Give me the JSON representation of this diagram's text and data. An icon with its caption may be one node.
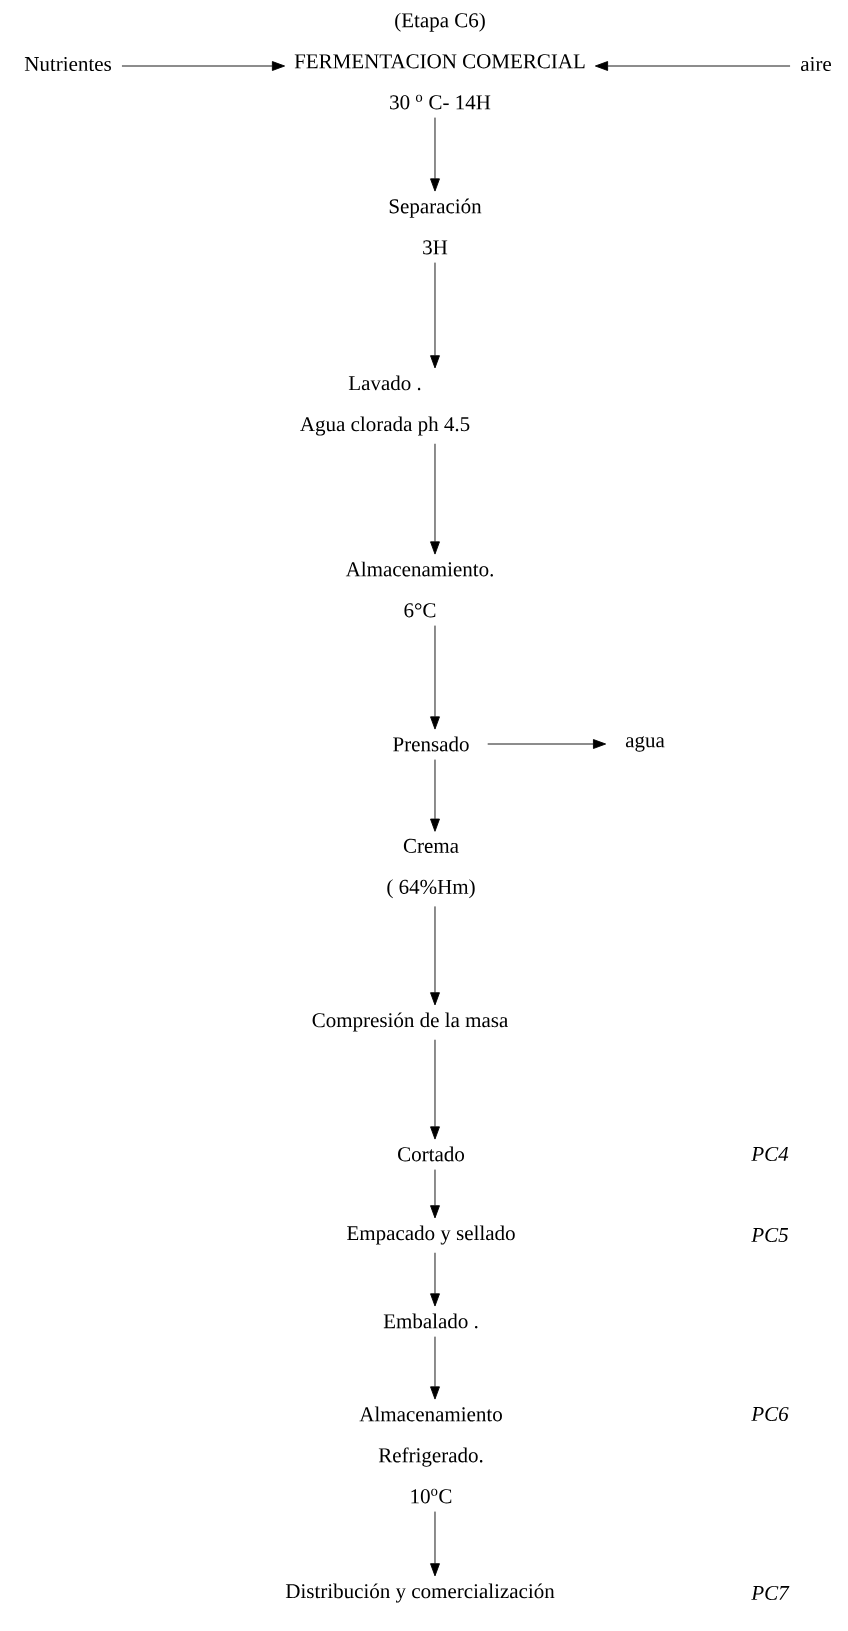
{
  "diagram": {
    "nodes": [
      {
        "text": [
          "Nutrientes"
        ]
      },
      {
        "text": [
          "(Etapa C6)",
          "FERMENTACION COMERCIAL",
          "30 $^{o}$ C- 14H"
        ]
      },
      {
        "text": [
          "aire"
        ]
      },
      {
        "text": [
          "Separación",
          "3H"
        ]
      },
      {
        "text": [
          "Lavado .",
          "Agua clorada  ph 4.5"
        ]
      },
      {
        "text": [
          "Almacenamiento.",
          "6°C"
        ]
      },
      {
        "text": [
          "Prensado"
        ]
      },
      {
        "text": [
          "agua"
        ]
      },
      {
        "text": [
          "Crema",
          "( 64%Hm)"
        ]
      },
      {
        "text": [
          "Compresión de la masa"
        ]
      },
      {
        "text": [
          "Cortado"
        ]
      },
      {
        "text": [
          "Empacado  y  sellado"
        ]
      },
      {
        "text": [
          "Embalado ."
        ]
      },
      {
        "text": [
          "Almacenamiento",
          "Refrigerado.",
          "10$^{o}$C"
        ]
      },
      {
        "text": [
          "Distribución y comercialización"
        ]
      }
    ],
    "labels": [
      "PC4",
      "PC5",
      "PC6",
      "PC7"
    ],
    "edges": [
      {
        "from": 0,
        "to": 1,
        "arrow": "to"
      },
      {
        "from": 2,
        "to": 1,
        "arrow": "to"
      },
      {
        "from": 1,
        "to": 3,
        "arrow": "to"
      },
      {
        "from": 3,
        "to": 4,
        "arrow": "to"
      },
      {
        "from": 4,
        "to": 5,
        "arrow": "to"
      },
      {
        "from": 5,
        "to": 6,
        "arrow": "to"
      },
      {
        "from": 6,
        "to": 7,
        "arrow": "to"
      },
      {
        "from": 6,
        "to": 8,
        "arrow": "to"
      },
      {
        "from": 8,
        "to": 9,
        "arrow": "to"
      },
      {
        "from": 9,
        "to": 10,
        "arrow": "to"
      },
      {
        "from": 10,
        "to": 11,
        "arrow": "to"
      },
      {
        "from": 11,
        "to": 12,
        "arrow": "to"
      },
      {
        "from": 12,
        "to": 13,
        "arrow": "to"
      },
      {
        "from": 13,
        "to": 14,
        "arrow": "to"
      }
    ]
  }
}
